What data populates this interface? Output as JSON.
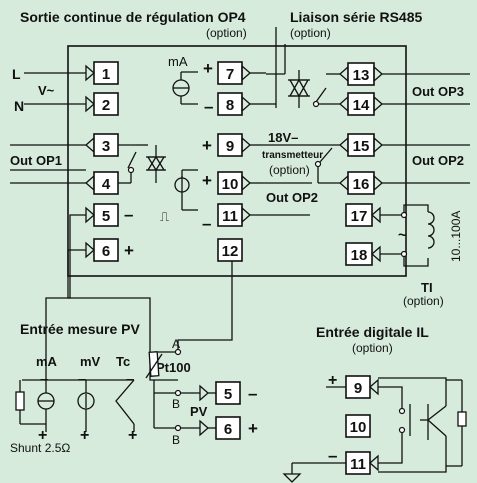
{
  "titles": {
    "op4": "Sortie continue de régulation OP4",
    "op4_option": "(option)",
    "rs485": "Liaison série RS485",
    "rs485_option": "(option)"
  },
  "power": {
    "l": "L",
    "n": "N",
    "v": "V~"
  },
  "outputs": {
    "op1": "Out OP1",
    "op2_mid": "Out OP2",
    "op3": "Out OP3",
    "op2_right": "Out OP2"
  },
  "op4_unit": "mA",
  "transmitter": {
    "v": "18V–",
    "name": "transmetteur",
    "option": "(option)"
  },
  "ta": {
    "tilde": "~",
    "range": "10...100A",
    "label": "TI",
    "option": "(option)"
  },
  "pv": {
    "title": "Entrée mesure PV",
    "ma": "mA",
    "mv": "mV",
    "tc": "Tc",
    "pt100": "Pt100",
    "a": "A",
    "b1": "B",
    "b2": "B",
    "pv_label": "PV",
    "shunt": "Shunt 2.5Ω"
  },
  "il": {
    "title": "Entrée digitale IL",
    "option": "(option)"
  },
  "terminals": {
    "t1": "1",
    "t2": "2",
    "t3": "3",
    "t4": "4",
    "t5": "5",
    "t6": "6",
    "t7": "7",
    "t8": "8",
    "t9": "9",
    "t10": "10",
    "t11": "11",
    "t12": "12",
    "t13": "13",
    "t14": "14",
    "t15": "15",
    "t16": "16",
    "t17": "17",
    "t18": "18",
    "pv5": "5",
    "pv6": "6",
    "il9": "9",
    "il10": "10",
    "il11": "11"
  },
  "signs": {
    "plus": "+",
    "minus": "–",
    "pulse": "⎍"
  }
}
